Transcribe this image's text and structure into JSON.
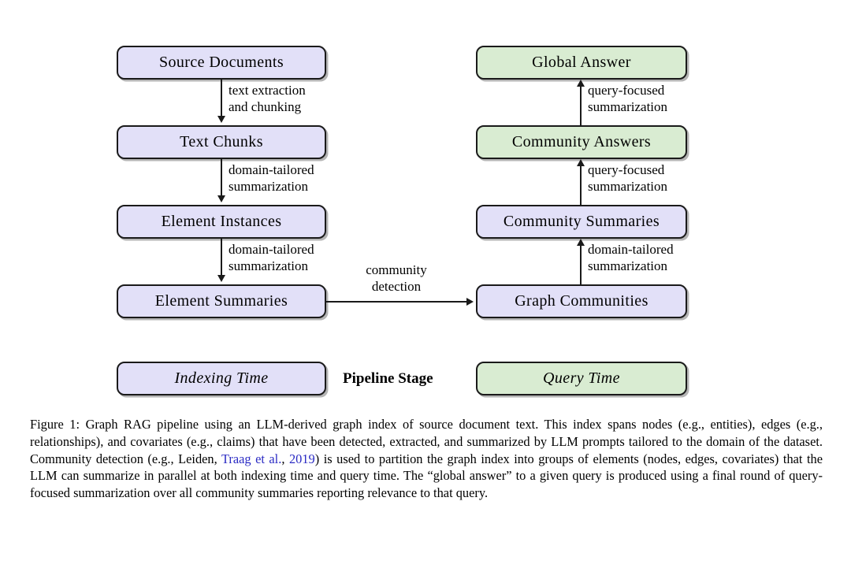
{
  "figure": {
    "indexing_nodes": [
      {
        "id": "source-documents",
        "label": "Source Documents"
      },
      {
        "id": "text-chunks",
        "label": "Text Chunks"
      },
      {
        "id": "element-instances",
        "label": "Element Instances"
      },
      {
        "id": "element-summaries",
        "label": "Element Summaries"
      }
    ],
    "query_nodes": [
      {
        "id": "global-answer",
        "label": "Global Answer",
        "color": "green"
      },
      {
        "id": "community-answers",
        "label": "Community Answers",
        "color": "green"
      },
      {
        "id": "community-summaries",
        "label": "Community Summaries",
        "color": "purple"
      },
      {
        "id": "graph-communities",
        "label": "Graph Communities",
        "color": "purple"
      }
    ],
    "left_edges": [
      {
        "id": "edge-text-extraction",
        "line1": "text extraction",
        "line2": "and chunking"
      },
      {
        "id": "edge-domain-tailored-1",
        "line1": "domain-tailored",
        "line2": "summarization"
      },
      {
        "id": "edge-domain-tailored-2",
        "line1": "domain-tailored",
        "line2": "summarization"
      }
    ],
    "right_edges": [
      {
        "id": "edge-query-focused-1",
        "line1": "query-focused",
        "line2": "summarization"
      },
      {
        "id": "edge-query-focused-2",
        "line1": "query-focused",
        "line2": "summarization"
      },
      {
        "id": "edge-domain-tailored-3",
        "line1": "domain-tailored",
        "line2": "summarization"
      }
    ],
    "bridge_edge": {
      "id": "edge-community-detection",
      "line1": "community",
      "line2": "detection"
    },
    "legend": {
      "indexing_label": "Indexing Time",
      "stage_label": "Pipeline Stage",
      "query_label": "Query Time"
    },
    "colors": {
      "indexing_fill": "#e2e0f8",
      "query_fill": "#d9ecd2",
      "border": "#1a1a1a",
      "link": "#2b2bc4"
    }
  },
  "caption": {
    "part1": "Figure 1: Graph RAG pipeline using an LLM-derived graph index of source document text. This index spans nodes (e.g., entities), edges (e.g., relationships), and covariates (e.g., claims) that have been detected, extracted, and summarized by LLM prompts tailored to the domain of the dataset. Community detection (e.g., Leiden, ",
    "link1": "Traag et al.",
    "part2": ", ",
    "link2": "2019",
    "part3": ") is used to partition the graph index into groups of elements (nodes, edges, covariates) that the LLM can summarize in parallel at both indexing time and query time. The “global answer” to a given query is produced using a final round of query-focused summarization over all community summaries reporting relevance to that query."
  }
}
